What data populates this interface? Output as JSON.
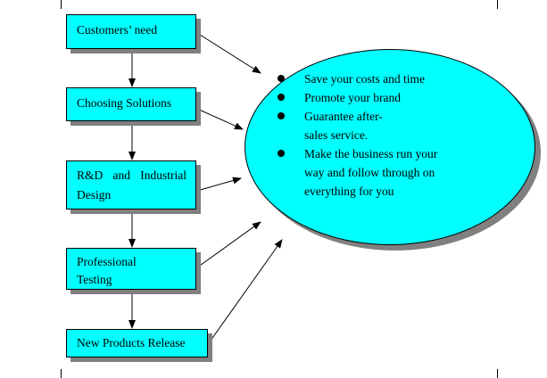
{
  "process_steps": [
    {
      "label_lines": [
        "Customers’ need"
      ]
    },
    {
      "label_lines": [
        "Choosing Solutions"
      ]
    },
    {
      "label_lines": [
        "R&D   and   Industrial",
        "Design"
      ]
    },
    {
      "label_lines": [
        "Professional",
        "Testing"
      ]
    },
    {
      "label_lines": [
        "New Products Release"
      ]
    }
  ],
  "benefits": [
    "Save your costs and time",
    "Promote your brand",
    "Guarantee after-sales service.",
    "Make the business run your way and follow through on everything for you"
  ],
  "colors": {
    "box_fill": "#00ffff",
    "shadow": "#808080",
    "outline": "#000000"
  }
}
